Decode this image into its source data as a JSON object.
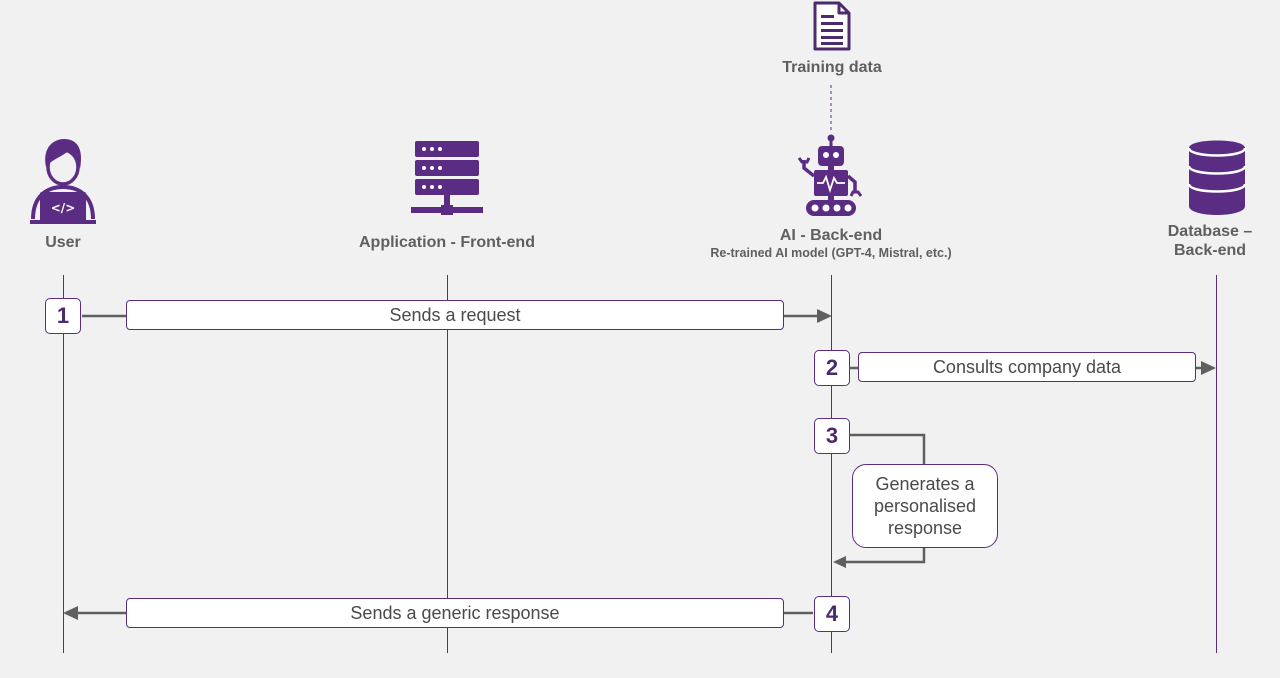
{
  "participants": {
    "training": {
      "label": "Training data",
      "icon": "document-icon"
    },
    "user": {
      "label": "User",
      "icon": "developer-icon"
    },
    "app": {
      "label": "Application - Front-end",
      "icon": "server-icon"
    },
    "ai": {
      "label": "AI - Back-end",
      "sublabel": "Re-trained AI model (GPT-4, Mistral, etc.)",
      "icon": "robot-icon"
    },
    "db": {
      "label_line1": "Database –",
      "label_line2": "Back-end",
      "icon": "database-icon"
    }
  },
  "steps": [
    {
      "number": "1",
      "text": "Sends a request"
    },
    {
      "number": "2",
      "text": "Consults company data"
    },
    {
      "number": "3",
      "text_line1": "Generates a",
      "text_line2": "personalised",
      "text_line3": "response"
    },
    {
      "number": "4",
      "text": "Sends a generic response"
    }
  ],
  "colors": {
    "purple": "#5b2c83",
    "arrow": "#5f5f5f",
    "background": "#f2f1f2"
  }
}
